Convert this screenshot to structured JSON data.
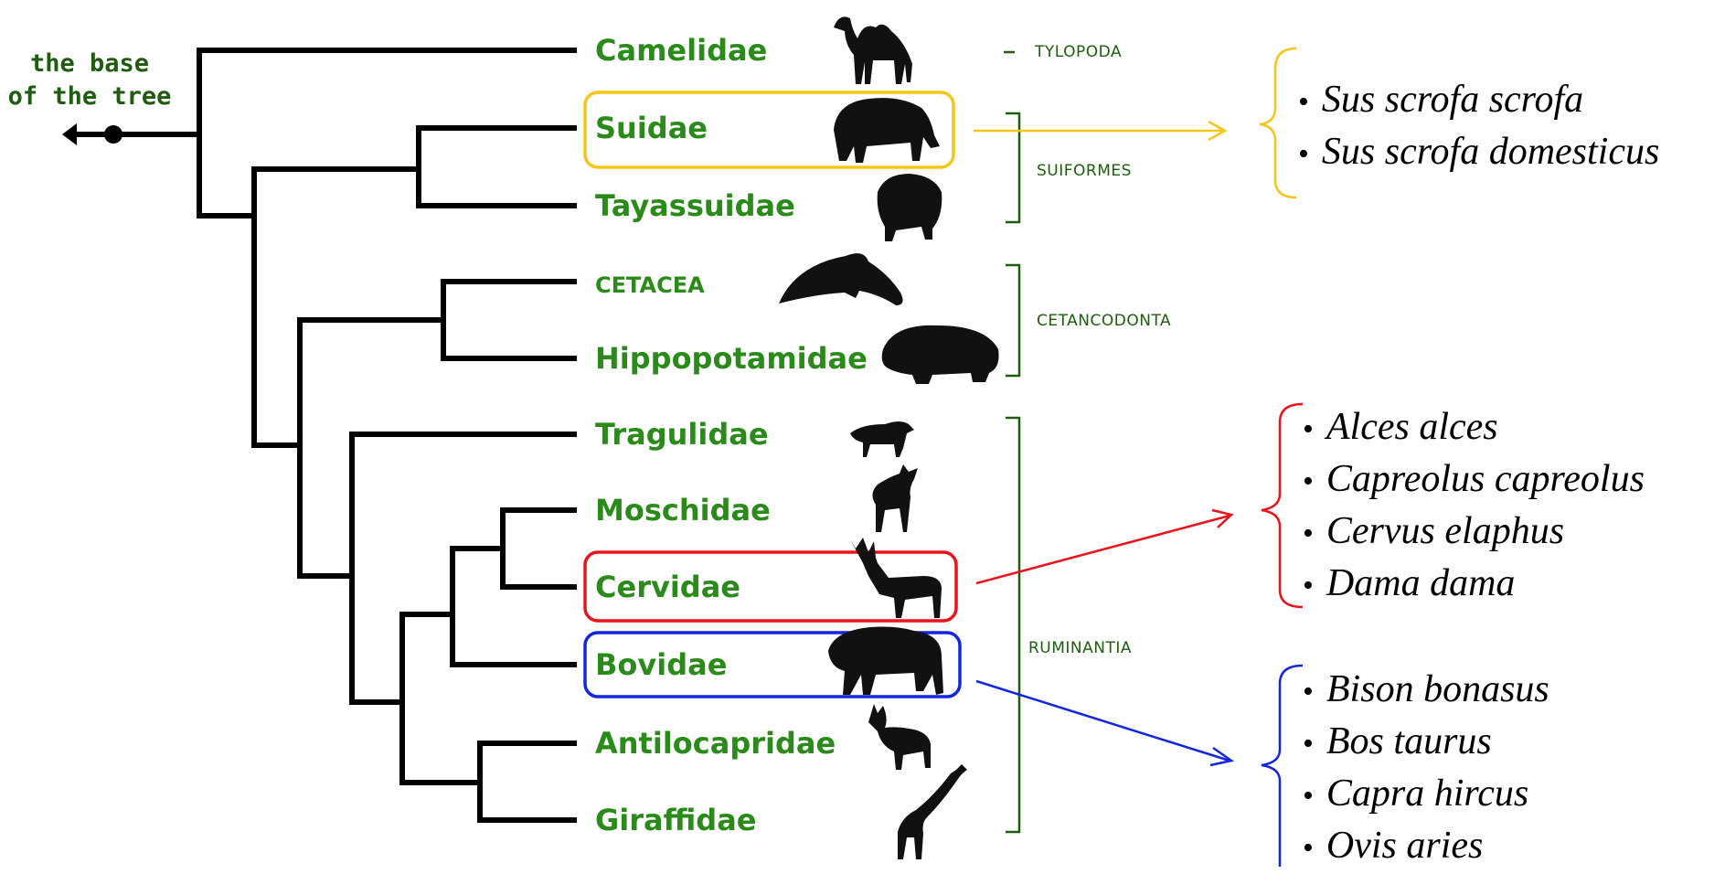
{
  "base_label": [
    "the base",
    "of the tree"
  ],
  "families": [
    {
      "name": "Camelidae"
    },
    {
      "name": "Suidae"
    },
    {
      "name": "Tayassuidae"
    },
    {
      "name": "CETACEA"
    },
    {
      "name": "Hippopotamidae"
    },
    {
      "name": "Tragulidae"
    },
    {
      "name": "Moschidae"
    },
    {
      "name": "Cervidae"
    },
    {
      "name": "Bovidae"
    },
    {
      "name": "Antilocapridae"
    },
    {
      "name": "Giraffidae"
    }
  ],
  "groups": [
    "TYLOPODA",
    "SUIFORMES",
    "CETANCODONTA",
    "RUMINANTIA"
  ],
  "highlights": [
    {
      "family": "Suidae",
      "color": "#f5c518",
      "species": [
        "Sus scrofa scrofa",
        "Sus scrofa domesticus"
      ]
    },
    {
      "family": "Cervidae",
      "color": "#e8141b",
      "species": [
        "Alces alces",
        "Capreolus capreolus",
        "Cervus elaphus",
        "Dama dama"
      ]
    },
    {
      "family": "Bovidae",
      "color": "#1226e0",
      "species": [
        "Bison bonasus",
        "Bos taurus",
        "Capra hircus",
        "Ovis aries"
      ]
    }
  ],
  "colors": {
    "tree": "#000000",
    "family_text": "#2a8a1a",
    "group_text": "#1f5c0f"
  }
}
